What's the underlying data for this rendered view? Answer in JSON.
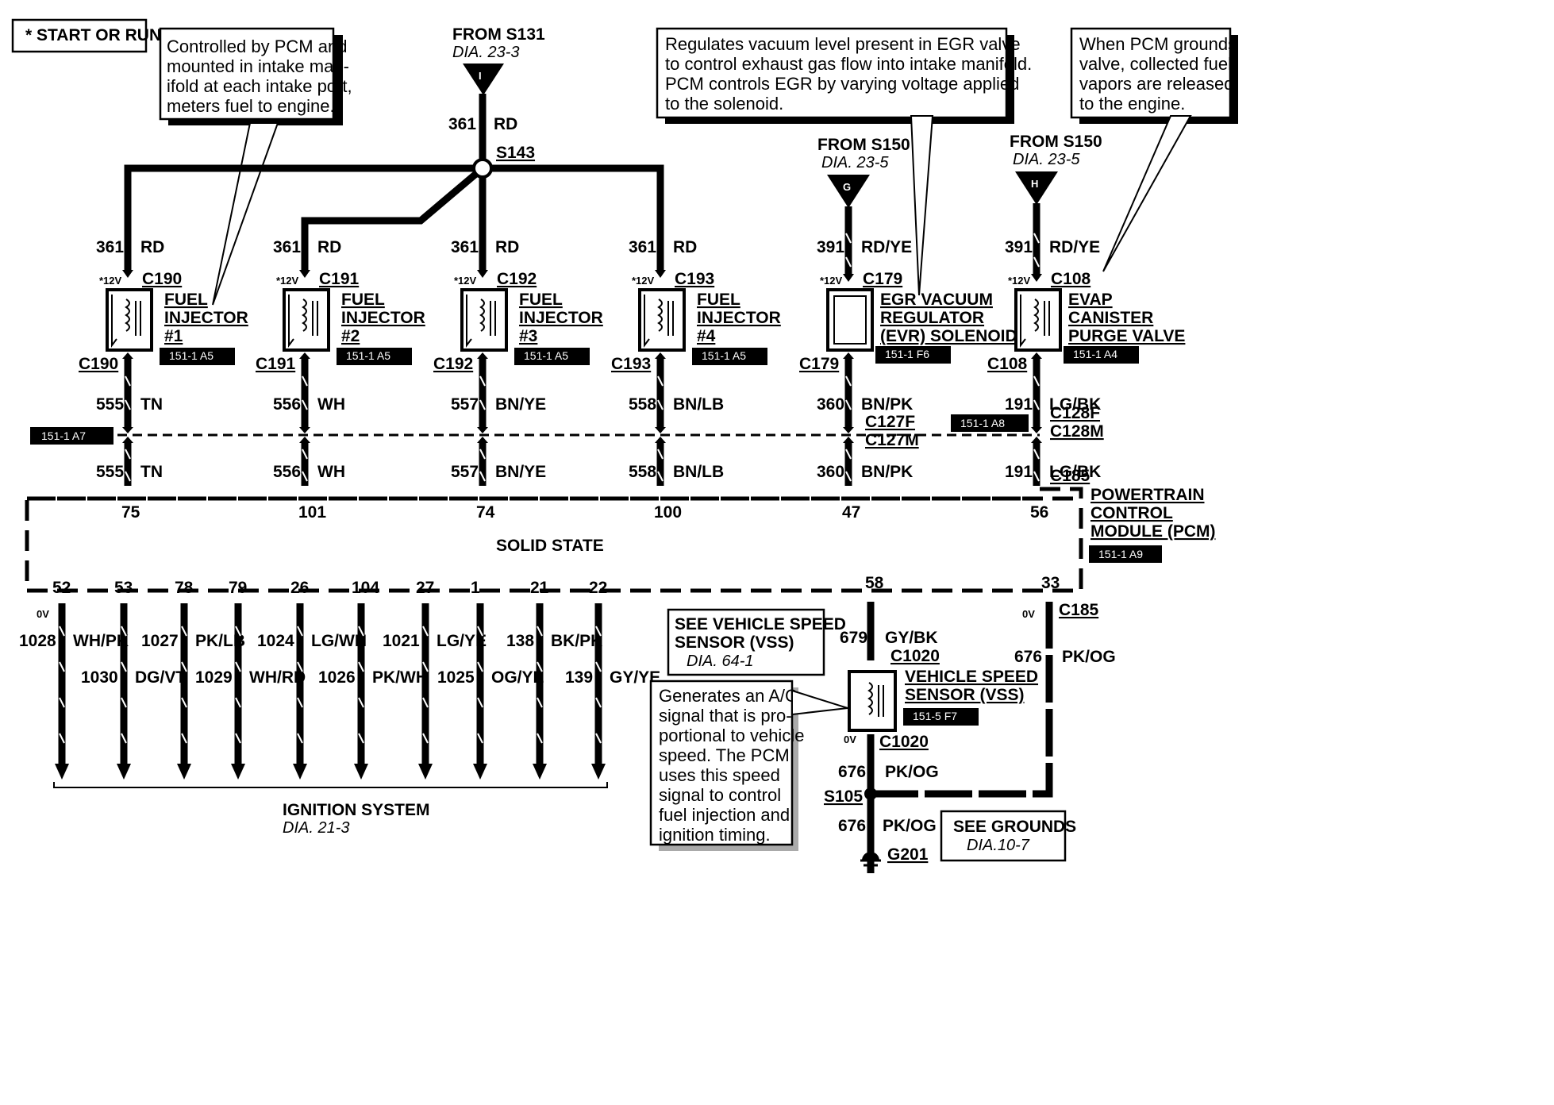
{
  "header": {
    "start_run_label": "* START OR RUN"
  },
  "callouts": {
    "injector": [
      "Controlled by PCM and",
      "mounted in intake man-",
      "ifold at each intake port,",
      "meters fuel to engine."
    ],
    "egr": [
      "Regulates vacuum level present in EGR valve",
      "to control exhaust gas flow into intake manifold.",
      "PCM controls EGR by varying voltage applied",
      "to the solenoid."
    ],
    "evap": [
      "When PCM grounds",
      "valve, collected fuel",
      "vapors are released",
      "to the engine."
    ],
    "vss": [
      "Generates an A/C",
      "signal that is pro-",
      "portional to vehicle",
      "speed. The PCM",
      "uses this speed",
      "signal to control",
      "fuel injection and",
      "ignition timing."
    ]
  },
  "sources": {
    "s131": {
      "title": "FROM S131",
      "dia": "DIA. 23-3",
      "letter": "I"
    },
    "s150_g": {
      "title": "FROM S150",
      "dia": "DIA. 23-5",
      "letter": "G"
    },
    "s150_h": {
      "title": "FROM S150",
      "dia": "DIA. 23-5",
      "letter": "H"
    }
  },
  "splices": {
    "s143": "S143",
    "s105": "S105"
  },
  "feed": {
    "circuit": "361",
    "color": "RD"
  },
  "common": {
    "v12": "*12V",
    "v0": "0V"
  },
  "components": [
    {
      "name_lines": [
        "FUEL",
        "INJECTOR",
        "#1"
      ],
      "connector": "C190",
      "ref": "151-1 A5",
      "in_circuit": "361",
      "in_color": "RD",
      "out_circuit": "555",
      "out_color": "TN",
      "pin": "75"
    },
    {
      "name_lines": [
        "FUEL",
        "INJECTOR",
        "#2"
      ],
      "connector": "C191",
      "ref": "151-1 A5",
      "in_circuit": "361",
      "in_color": "RD",
      "out_circuit": "556",
      "out_color": "WH",
      "pin": "101"
    },
    {
      "name_lines": [
        "FUEL",
        "INJECTOR",
        "#3"
      ],
      "connector": "C192",
      "ref": "151-1 A5",
      "in_circuit": "361",
      "in_color": "RD",
      "out_circuit": "557",
      "out_color": "BN/YE",
      "pin": "74"
    },
    {
      "name_lines": [
        "FUEL",
        "INJECTOR",
        "#4"
      ],
      "connector": "C193",
      "ref": "151-1 A5",
      "in_circuit": "361",
      "in_color": "RD",
      "out_circuit": "558",
      "out_color": "BN/LB",
      "pin": "100"
    },
    {
      "name_lines": [
        "EGR VACUUM",
        "REGULATOR",
        "(EVR) SOLENOID"
      ],
      "connector": "C179",
      "ref": "151-1 F6",
      "in_circuit": "391",
      "in_color": "RD/YE",
      "out_circuit": "360",
      "out_color": "BN/PK",
      "pin": "47"
    },
    {
      "name_lines": [
        "EVAP",
        "CANISTER",
        "PURGE VALVE"
      ],
      "connector": "C108",
      "ref": "151-1 A4",
      "in_circuit": "391",
      "in_color": "RD/YE",
      "out_circuit": "191",
      "out_color": "LG/BK",
      "pin": "56"
    }
  ],
  "inline_connectors": {
    "left_ref": "151-1 A7",
    "right_ref": "151-1 A8",
    "c127f": "C127F",
    "c127m": "C127M",
    "c128f": "C128F",
    "c128m": "C128M",
    "c185": "C185"
  },
  "pcm": {
    "lines": [
      "POWERTRAIN",
      "CONTROL",
      "MODULE (PCM)"
    ],
    "ref": "151-1 A9",
    "solid_state": "SOLID STATE"
  },
  "ignition_outputs": [
    {
      "pin": "52",
      "circuit": "1028",
      "color": "WH/PK"
    },
    {
      "pin": "53",
      "circuit": "1030",
      "color": "DG/VT"
    },
    {
      "pin": "78",
      "circuit": "1027",
      "color": "PK/LB"
    },
    {
      "pin": "79",
      "circuit": "1029",
      "color": "WH/RD"
    },
    {
      "pin": "26",
      "circuit": "1024",
      "color": "LG/WH"
    },
    {
      "pin": "104",
      "circuit": "1026",
      "color": "PK/WH"
    },
    {
      "pin": "27",
      "circuit": "1021",
      "color": "LG/YE"
    },
    {
      "pin": "1",
      "circuit": "1025",
      "color": "OG/YE"
    },
    {
      "pin": "21",
      "circuit": "138",
      "color": "BK/PK"
    },
    {
      "pin": "22",
      "circuit": "139",
      "color": "GY/YE"
    }
  ],
  "ignition_system": {
    "title": "IGNITION SYSTEM",
    "dia": "DIA. 21-3"
  },
  "vss_ref": {
    "title_lines": [
      "SEE VEHICLE SPEED",
      "SENSOR (VSS)"
    ],
    "dia": "DIA. 64-1"
  },
  "vss": {
    "pin_in": "58",
    "circuit_in": "679",
    "color_in": "GY/BK",
    "connector": "C1020",
    "name_lines": [
      "VEHICLE SPEED",
      "SENSOR (VSS)"
    ],
    "ref": "151-5 F7",
    "pin_out": "33",
    "circuit_out": "676",
    "color_out": "PK/OG",
    "connector_pcm": "C185"
  },
  "ground": {
    "circuit": "676",
    "color": "PK/OG",
    "g201": "G201",
    "see_title": "SEE GROUNDS",
    "see_dia": "DIA.10-7"
  }
}
